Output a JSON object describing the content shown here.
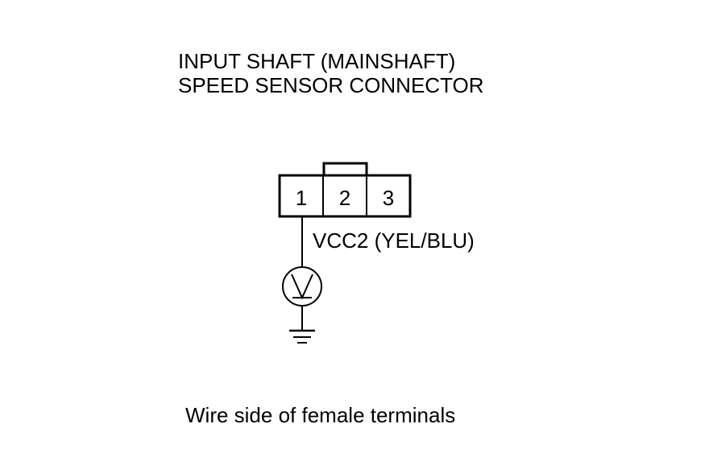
{
  "title": {
    "line1": "INPUT SHAFT (MAINSHAFT)",
    "line2": "SPEED SENSOR CONNECTOR"
  },
  "connector": {
    "pins": [
      "1",
      "2",
      "3"
    ]
  },
  "wire": {
    "label": "VCC2 (YEL/BLU)"
  },
  "meter": {
    "symbol": "V",
    "icon": "voltmeter-icon"
  },
  "ground": {
    "icon": "ground-icon"
  },
  "caption": "Wire side of female terminals"
}
